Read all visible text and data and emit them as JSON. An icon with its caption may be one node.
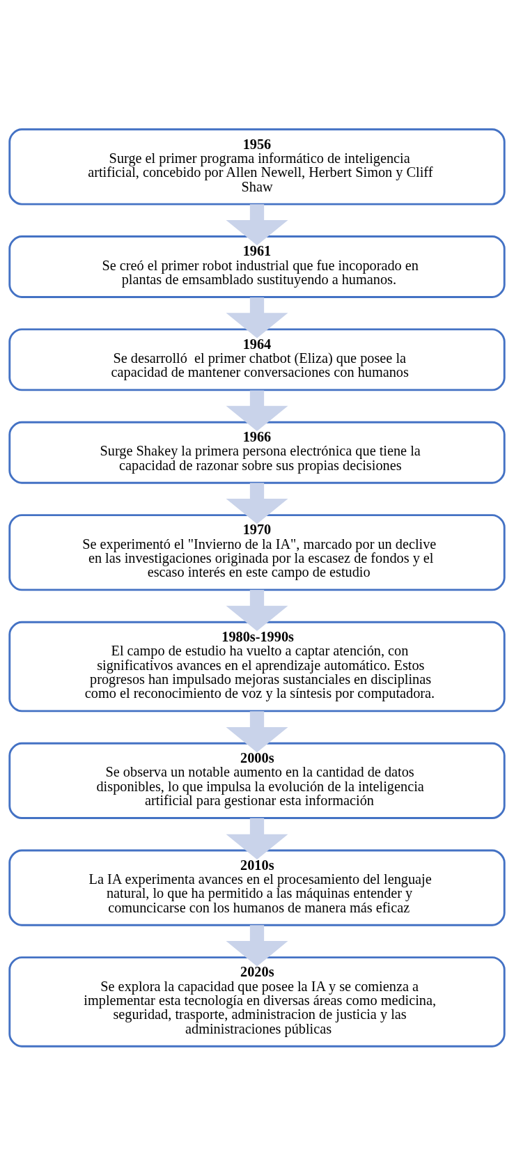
{
  "diagram": {
    "nodes": [
      {
        "text": [
          "1956",
          "Surge el primer programa informático de inteligencia artificial, concebido por Allen Newell, Herbert Simon y Cliff Shaw"
        ]
      },
      {
        "text": [
          "1961",
          "Se creó el primer robot industrial que fue incoporado en plantas de emsamblado sustituyendo a humanos."
        ]
      },
      {
        "text": [
          "1964",
          "Se desarrolló  el primer chatbot (Eliza) que posee la capacidad de mantener conversaciones con humanos"
        ]
      },
      {
        "text": [
          "1966",
          "Surge Shakey la primera persona electrónica que tiene la capacidad de razonar sobre sus propias decisiones"
        ]
      },
      {
        "text": [
          "1970",
          "Se experimentó el \"Invierno de la IA\", marcado por un declive en las investigaciones originada por la escasez de fondos y el escaso interés en este campo de estudio"
        ]
      },
      {
        "text": [
          "1980s-1990s",
          "El campo de estudio ha vuelto a captar atención, con significativos avances en el aprendizaje automático. Estos progresos han impulsado mejoras sustanciales en disciplinas como el reconocimiento de voz y la síntesis por computadora."
        ]
      },
      {
        "text": [
          "2000s",
          "Se observa un notable aumento en la cantidad de datos disponibles, lo que impulsa la evolución de la inteligencia artificial para gestionar esta información"
        ]
      },
      {
        "text": [
          "2010s",
          "La IA experimenta avances en el procesamiento del lenguaje natural, lo que ha permitido a las máquinas entender y comuncicarse con los humanos de manera más eficaz"
        ]
      },
      {
        "text": [
          "2020s",
          "Se explora la capacidad que posee la IA y se comienza a implementar esta tecnología en diversas áreas como medicina, seguridad, trasporte, administracion de justicia y las administraciones públicas"
        ]
      }
    ],
    "edges": [
      {
        "from": 0,
        "to": 1,
        "arrow": "to"
      },
      {
        "from": 1,
        "to": 2,
        "arrow": "to"
      },
      {
        "from": 2,
        "to": 3,
        "arrow": "to"
      },
      {
        "from": 3,
        "to": 4,
        "arrow": "to"
      },
      {
        "from": 4,
        "to": 5,
        "arrow": "to"
      },
      {
        "from": 5,
        "to": 6,
        "arrow": "to"
      },
      {
        "from": 6,
        "to": 7,
        "arrow": "to"
      },
      {
        "from": 7,
        "to": 8,
        "arrow": "to"
      }
    ]
  }
}
